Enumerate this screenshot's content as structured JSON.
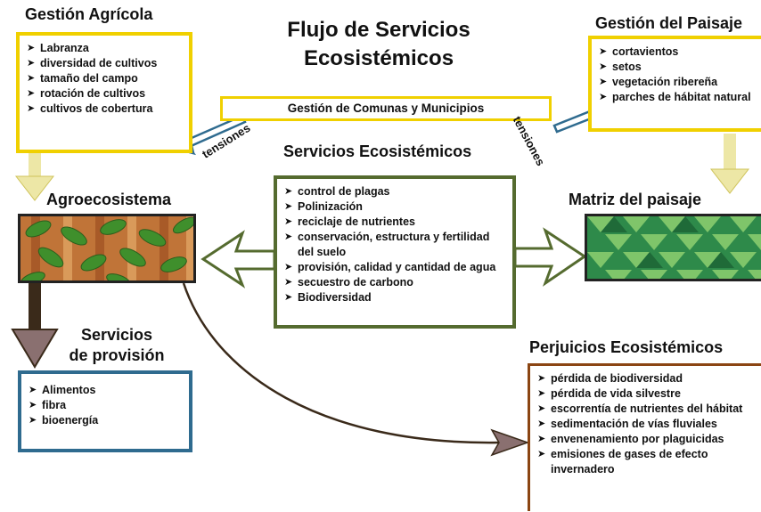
{
  "title": {
    "line1": "Flujo de Servicios",
    "line2": "Ecosistémicos"
  },
  "gestion_agricola": {
    "heading": "Gestión Agrícola",
    "items": [
      "Labranza",
      "diversidad de cultivos",
      "tamaño del campo",
      "rotación de cultivos",
      "cultivos de cobertura"
    ]
  },
  "gestion_paisaje": {
    "heading": "Gestión del Paisaje",
    "items": [
      "cortavientos",
      "setos",
      "vegetación ribereña",
      "parches de hábitat natural"
    ]
  },
  "comunas": {
    "label": "Gestión de Comunas y Municipios"
  },
  "tensiones": {
    "left": "tensiones",
    "right": "tensiones"
  },
  "servicios": {
    "heading": "Servicios Ecosistémicos",
    "items": [
      "control de plagas",
      "Polinización",
      "reciclaje de nutrientes",
      "conservación, estructura y fertilidad del suelo",
      "provisión, calidad y cantidad de agua",
      "secuestro de carbono",
      "Biodiversidad"
    ]
  },
  "agroecosistema": {
    "heading": "Agroecosistema"
  },
  "matriz": {
    "heading": "Matriz del paisaje"
  },
  "provision": {
    "heading_line1": "Servicios",
    "heading_line2": "de provisión",
    "items": [
      "Alimentos",
      "fibra",
      "bioenergía"
    ]
  },
  "perjuicios": {
    "heading": "Perjuicios Ecosistémicos",
    "items": [
      "pérdida de biodiversidad",
      "pérdida de vida silvestre",
      "escorrentía de nutrientes del hábitat",
      "sedimentación de vías fluviales",
      "envenenamiento por plaguicidas",
      "emisiones de gases de efecto invernadero"
    ]
  },
  "colors": {
    "yellow": "#f0d000",
    "olive": "#556b2f",
    "blue": "#2f6b8f",
    "brown": "#8b4513",
    "dark_arrow": "#3a2a1a",
    "mauve": "#8a7070"
  }
}
